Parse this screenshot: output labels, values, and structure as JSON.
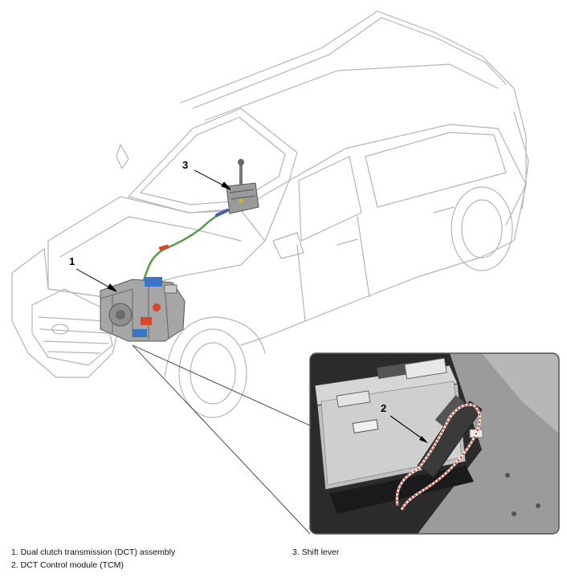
{
  "callouts": {
    "c1": "1",
    "c2": "2",
    "c3": "3"
  },
  "legend": {
    "item1": "1. Dual clutch transmission (DCT) assembly",
    "item2": "2. DCT Control module (TCM)",
    "item3": "3. Shift lever"
  },
  "colors": {
    "outline": "#b4b4b4",
    "inset_border": "#555555",
    "wire_harness": "#d9472b",
    "cable_green": "#5a9a48",
    "cable_blue": "#3c5fa8"
  },
  "icons": {
    "vehicle": "suv-outline-illustration",
    "transmission": "dct-assembly-icon",
    "shift_lever": "shift-lever-icon",
    "tcm": "tcm-module-icon"
  }
}
